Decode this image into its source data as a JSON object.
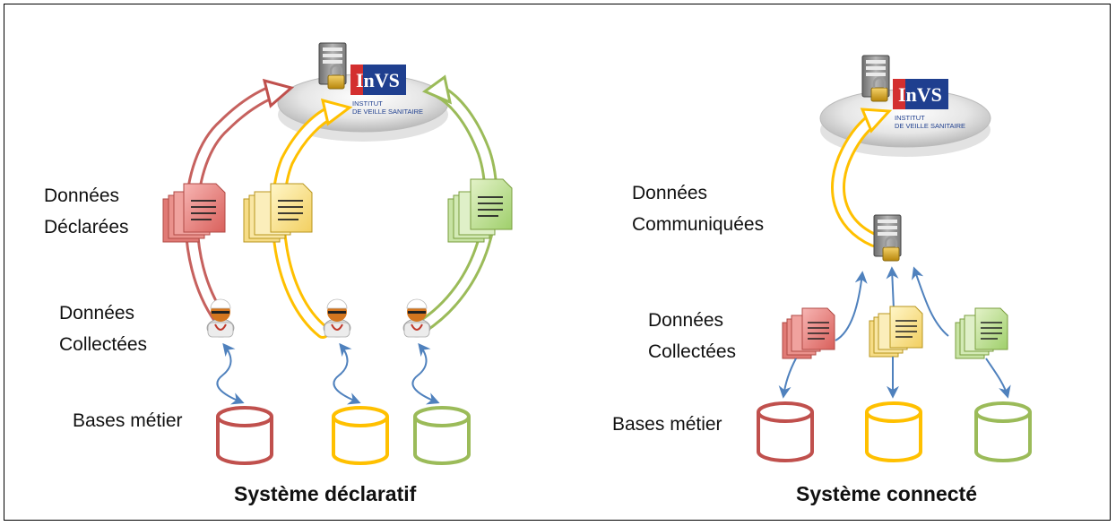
{
  "left": {
    "label_declared_1": "Données",
    "label_declared_2": "Déclarées",
    "label_collected_1": "Données",
    "label_collected_2": "Collectées",
    "label_bases": "Bases métier",
    "title": "Système déclaratif"
  },
  "right": {
    "label_communicated_1": "Données",
    "label_communicated_2": "Communiquées",
    "label_collected_1": "Données",
    "label_collected_2": "Collectées",
    "label_bases": "Bases métier",
    "title": "Système connecté"
  },
  "invs": {
    "logo_text": "InVS",
    "line1": "INSTITUT",
    "line2": "DE VEILLE SANITAIRE"
  },
  "colors": {
    "red": "#c0504d",
    "yellow": "#ffc000",
    "green": "#9bbb59",
    "blue": "#4f81bd"
  }
}
